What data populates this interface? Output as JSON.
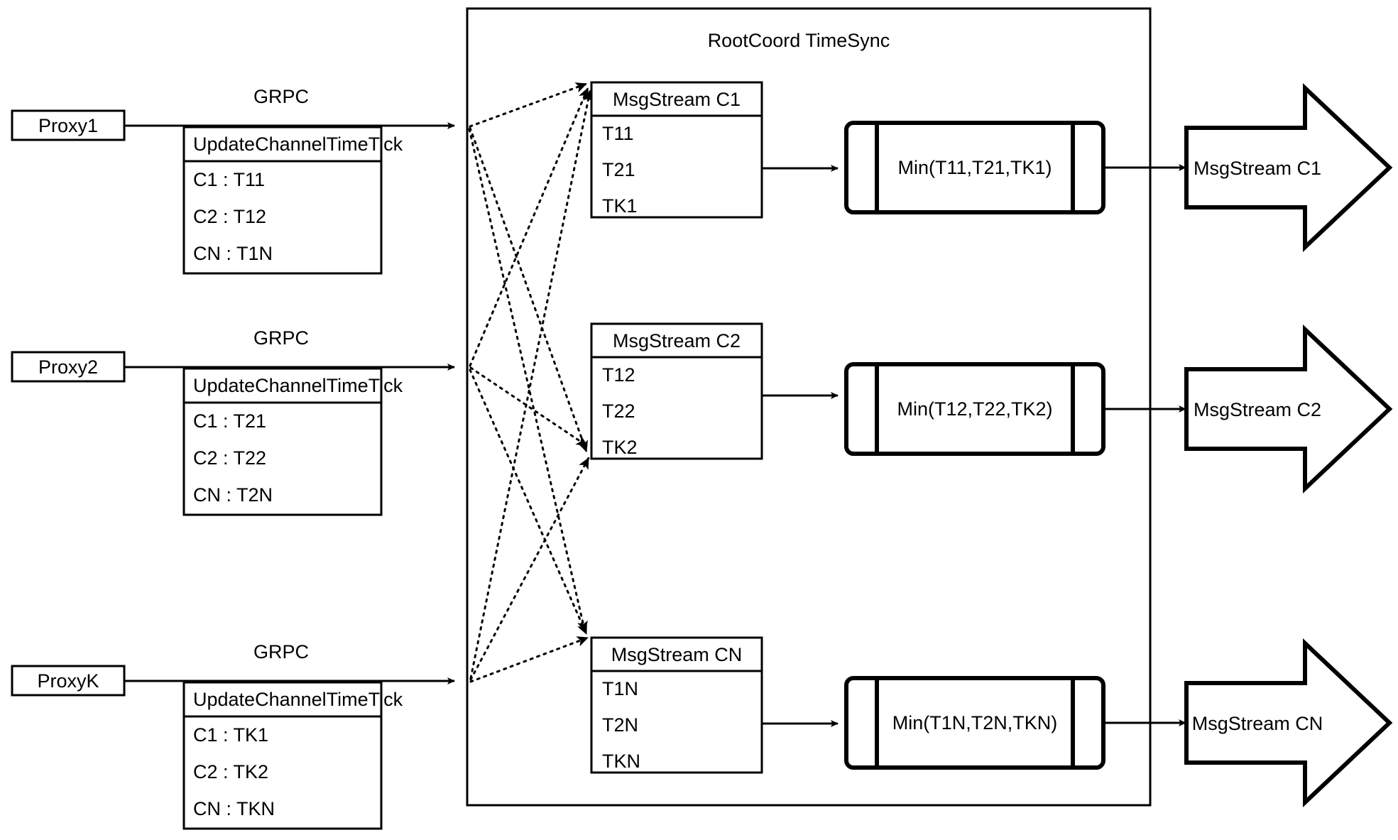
{
  "diagram": {
    "title": "RootCoord TimeSync",
    "type": "architecture-flow-diagram"
  },
  "proxies": [
    {
      "name": "Proxy1",
      "protocol_label": "GRPC",
      "request": {
        "header": "UpdateChannelTimeTick",
        "rows": [
          "C1 :  T11",
          "C2 :  T12",
          "CN : T1N"
        ]
      }
    },
    {
      "name": "Proxy2",
      "protocol_label": "GRPC",
      "request": {
        "header": "UpdateChannelTimeTick",
        "rows": [
          "C1 :  T21",
          "C2 :  T22",
          "CN : T2N"
        ]
      }
    },
    {
      "name": "ProxyK",
      "protocol_label": "GRPC",
      "request": {
        "header": "UpdateChannelTimeTick",
        "rows": [
          "C1 :  TK1",
          "C2 :  TK2",
          "CN : TKN"
        ]
      }
    }
  ],
  "channels": [
    {
      "msgstream": {
        "header": "MsgStream C1",
        "rows": [
          "T11",
          "T21",
          "TK1"
        ]
      },
      "process": {
        "label": "Min(T11,T21,TK1)"
      },
      "output": {
        "label": "MsgStream C1"
      }
    },
    {
      "msgstream": {
        "header": "MsgStream C2",
        "rows": [
          "T12",
          "T22",
          "TK2"
        ]
      },
      "process": {
        "label": "Min(T12,T22,TK2)"
      },
      "output": {
        "label": "MsgStream C2"
      }
    },
    {
      "msgstream": {
        "header": "MsgStream CN",
        "rows": [
          "T1N",
          "T2N",
          "TKN"
        ]
      },
      "process": {
        "label": "Min(T1N,T2N,TKN)"
      },
      "output": {
        "label": "MsgStream CN"
      }
    }
  ],
  "colors": {
    "stroke": "#000000",
    "background": "#ffffff"
  }
}
